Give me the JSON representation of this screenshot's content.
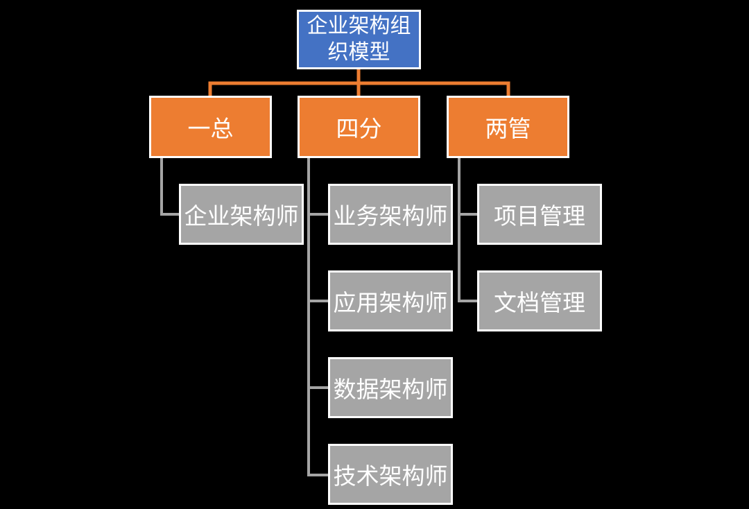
{
  "colors": {
    "background": "#000000",
    "border": "#FFFFFF",
    "text": "#FFFFFF",
    "root_fill": "#4472C4",
    "branch_fill": "#ED7D31",
    "leaf_fill": "#A5A5A5",
    "branch_connector": "#ED7D31",
    "leaf_connector": "#A5A5A5"
  },
  "chart": {
    "type": "org-chart",
    "root": {
      "label": "企业架构组织模型"
    },
    "branches": [
      {
        "label": "一总",
        "children": [
          {
            "label": "企业架构师"
          }
        ]
      },
      {
        "label": "四分",
        "children": [
          {
            "label": "业务架构师"
          },
          {
            "label": "应用架构师"
          },
          {
            "label": "数据架构师"
          },
          {
            "label": "技术架构师"
          }
        ]
      },
      {
        "label": "两管",
        "children": [
          {
            "label": "项目管理"
          },
          {
            "label": "文档管理"
          }
        ]
      }
    ]
  }
}
